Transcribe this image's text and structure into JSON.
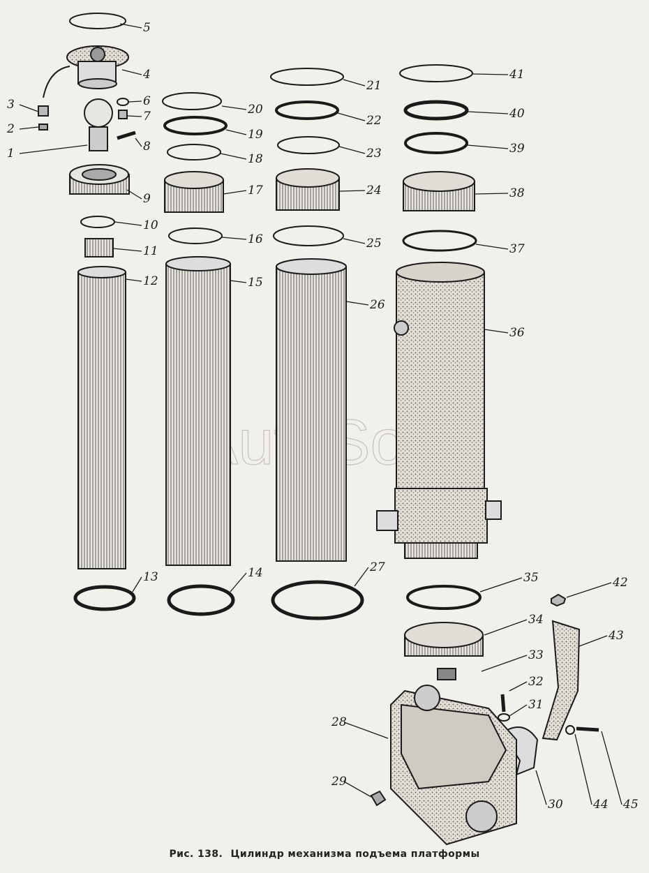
{
  "figure": {
    "caption_prefix": "Рис. 138.",
    "caption_text": "Цилиндр механизма подъема платформы",
    "watermark": "AutoSoft"
  },
  "part_labels": [
    "1",
    "2",
    "3",
    "4",
    "5",
    "6",
    "7",
    "8",
    "9",
    "10",
    "11",
    "12",
    "13",
    "14",
    "15",
    "16",
    "17",
    "18",
    "19",
    "20",
    "21",
    "22",
    "23",
    "24",
    "25",
    "26",
    "27",
    "28",
    "29",
    "30",
    "31",
    "32",
    "33",
    "34",
    "35",
    "36",
    "37",
    "38",
    "39",
    "40",
    "41",
    "42",
    "43",
    "44",
    "45"
  ],
  "colors": {
    "ink": "#1a1a1a",
    "paper": "#f2f0eb",
    "stipple": "#8c8a84"
  }
}
